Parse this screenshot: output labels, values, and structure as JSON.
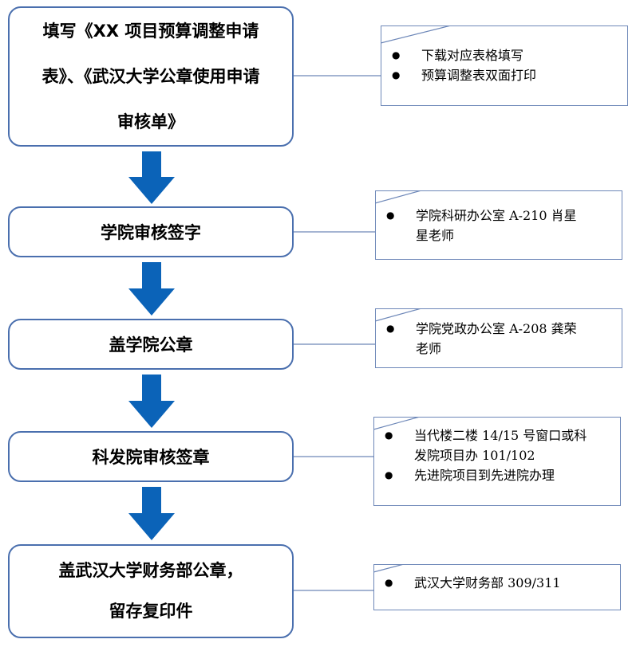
{
  "colors": {
    "arrow": "#0b63b8",
    "box_border": "#4a6fae",
    "note_border": "#6d87b8"
  },
  "steps": [
    {
      "lines": [
        "填写《XX 项目预算调整申请",
        "表》、《武汉大学公章使用申请",
        "审核单》"
      ]
    },
    {
      "lines": [
        "学院审核签字"
      ]
    },
    {
      "lines": [
        "盖学院公章"
      ]
    },
    {
      "lines": [
        "科发院审核签章"
      ]
    },
    {
      "lines": [
        "盖武汉大学财务部公章，",
        "留存复印件"
      ]
    }
  ],
  "notes": [
    {
      "items": [
        {
          "text": "下载对应表格填写"
        },
        {
          "text": "预算调整表双面打印"
        }
      ]
    },
    {
      "items": [
        {
          "text": "学院科研办公室 A-210 肖星",
          "cont": "星老师"
        }
      ]
    },
    {
      "items": [
        {
          "text": "学院党政办公室 A-208 龚荣",
          "cont": "老师"
        }
      ]
    },
    {
      "items": [
        {
          "text": "当代楼二楼 14/15 号窗口或科",
          "cont": "发院项目办 101/102"
        },
        {
          "text": "先进院项目到先进院办理"
        }
      ]
    },
    {
      "items": [
        {
          "text": "武汉大学财务部 309/311"
        }
      ]
    }
  ],
  "bullet_glyph": "●"
}
